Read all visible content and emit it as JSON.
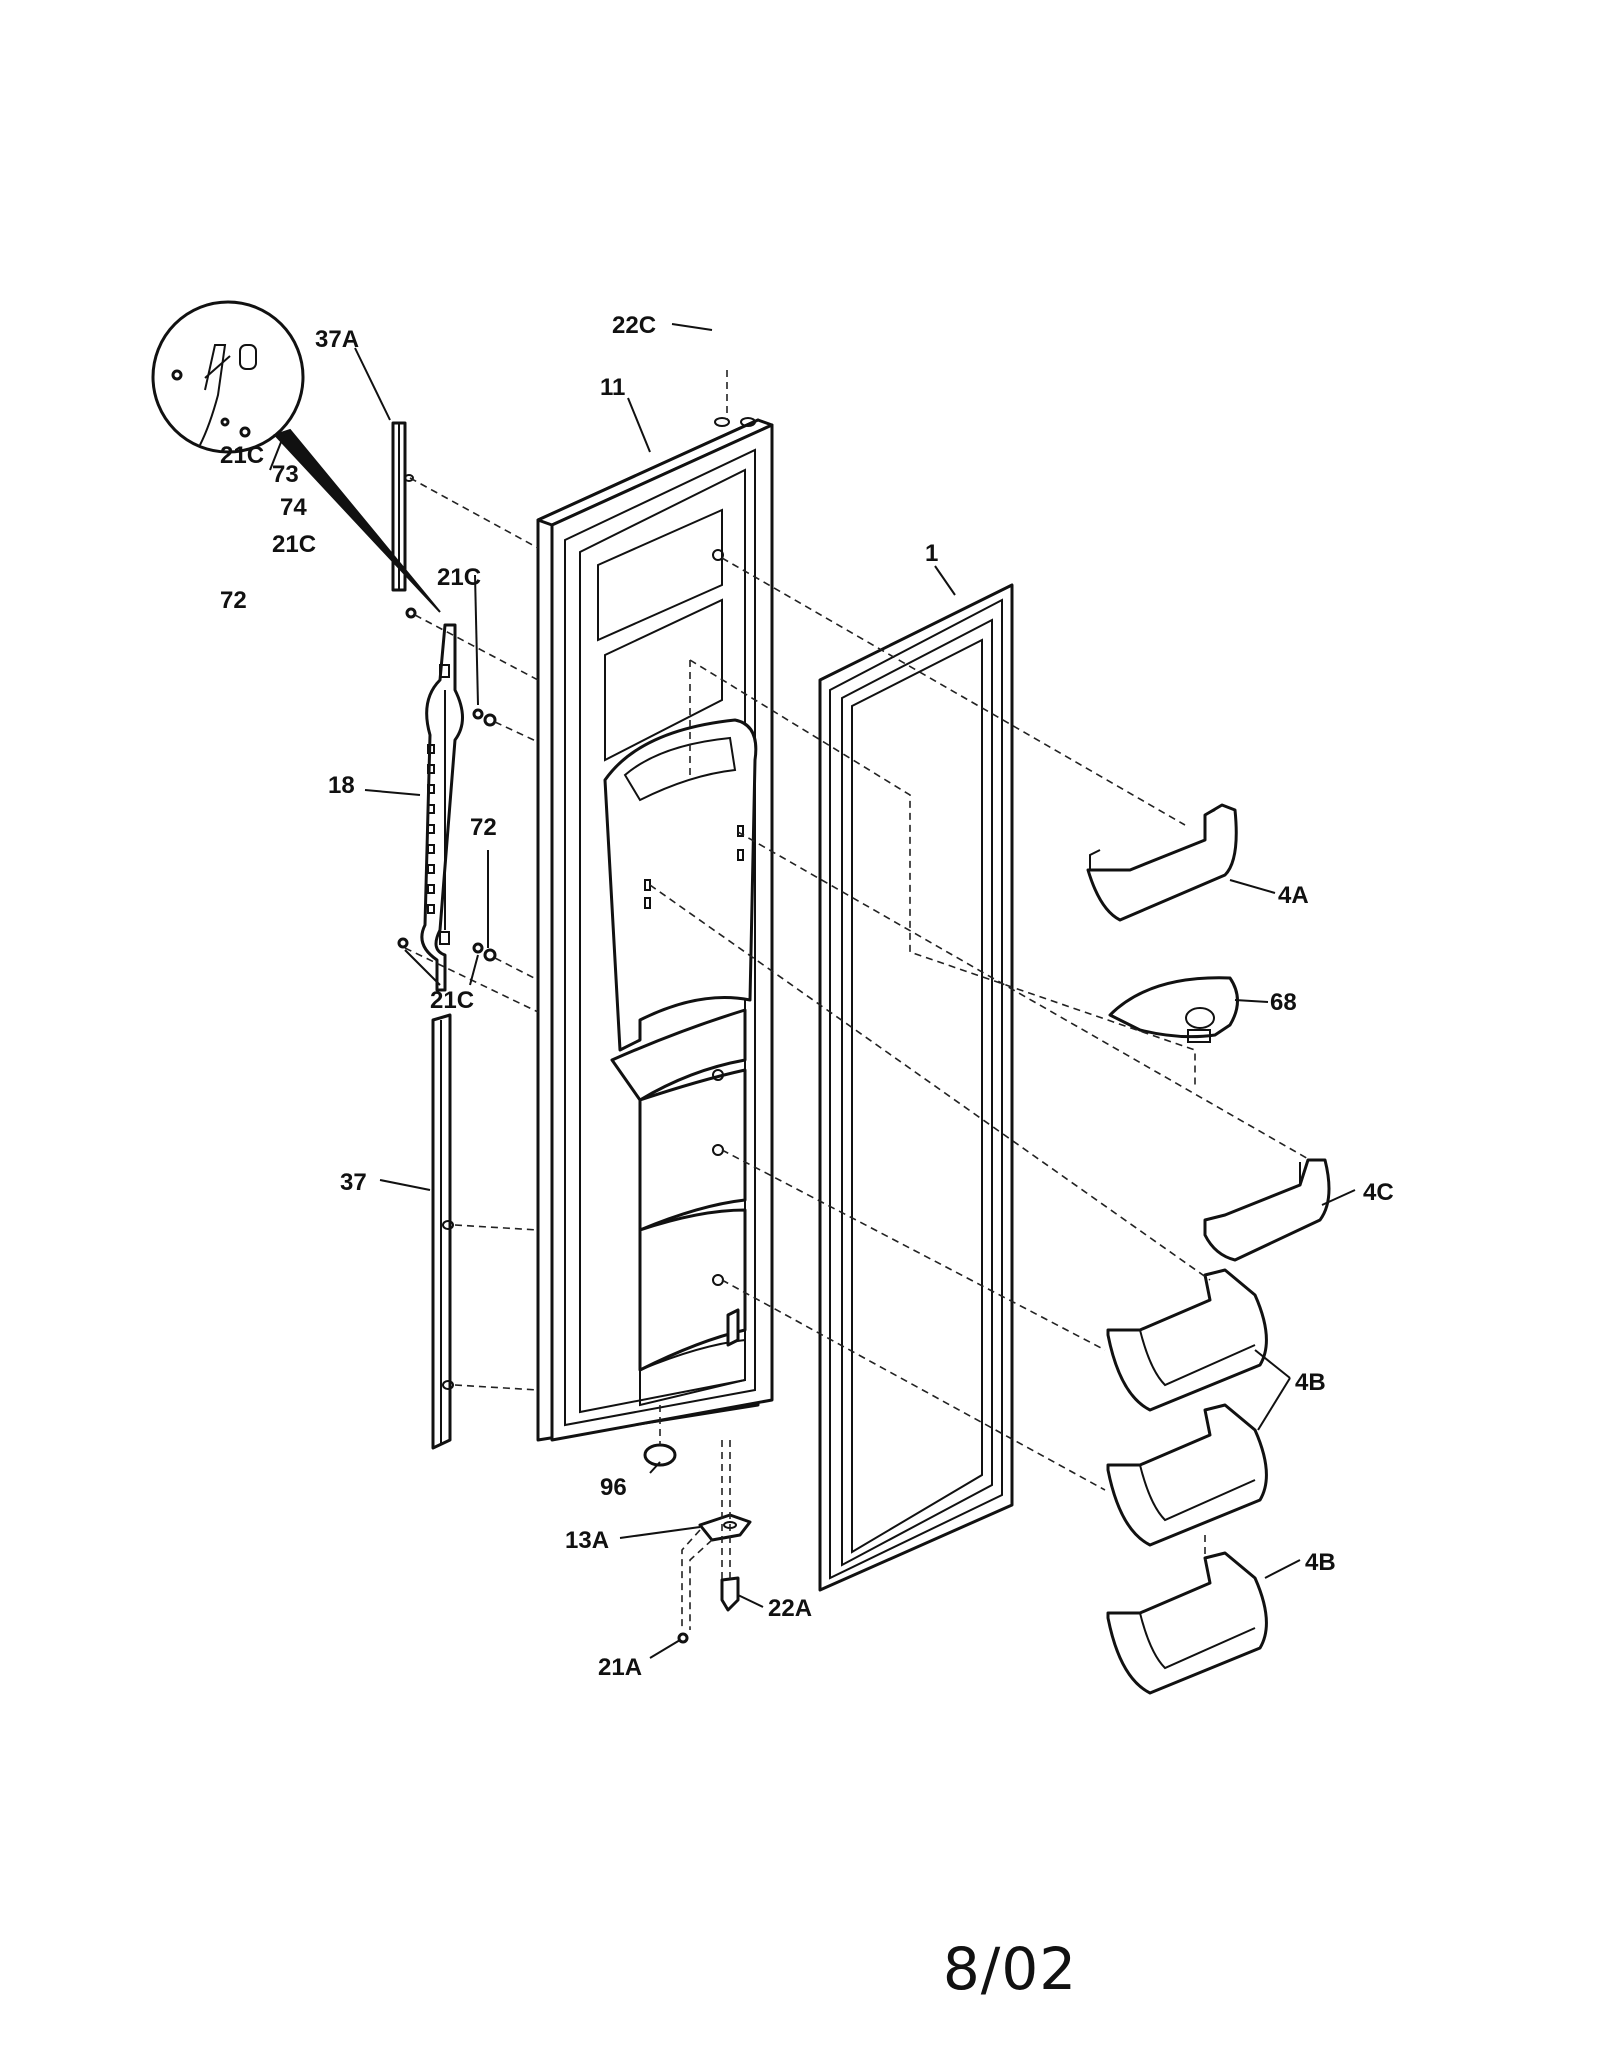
{
  "labels": {
    "p22C": "22C",
    "p11": "11",
    "p37A": "37A",
    "p21C_inset1": "21C",
    "p73": "73",
    "p74": "74",
    "p21C_inset2": "21C",
    "p72_inset": "72",
    "p21C_top": "21C",
    "p1": "1",
    "p18": "18",
    "p72": "72",
    "p4A": "4A",
    "p21C_bottom": "21C",
    "p68": "68",
    "p37": "37",
    "p4C": "4C",
    "p4B_pair": "4B",
    "p96": "96",
    "p13A": "13A",
    "p4B_single": "4B",
    "p22A": "22A",
    "p21A": "21A"
  },
  "drawing_code": "8/02"
}
